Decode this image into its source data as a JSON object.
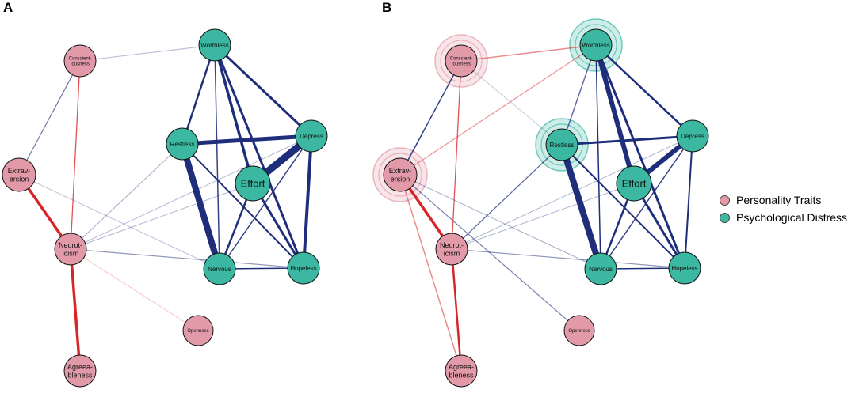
{
  "panels": [
    {
      "label": "A"
    },
    {
      "label": "B"
    }
  ],
  "legend": [
    {
      "label": "Personality Traits",
      "color": "#e299a8"
    },
    {
      "label": "Psychological Distress",
      "color": "#3cb8a2"
    }
  ],
  "colors": {
    "personality": "#e299a8",
    "distress": "#3cb8a2",
    "positive_edge": "#1f2e7a",
    "negative_edge": "#d7191c"
  },
  "nodes": [
    {
      "id": "consc",
      "label": [
        "Conscient-",
        "iousness"
      ],
      "group": "personality"
    },
    {
      "id": "extra",
      "label": [
        "Extrav-",
        "ersion"
      ],
      "group": "personality"
    },
    {
      "id": "neuro",
      "label": [
        "Neurot-",
        "icism"
      ],
      "group": "personality"
    },
    {
      "id": "agree",
      "label": [
        "Agreea-",
        "bleness"
      ],
      "group": "personality"
    },
    {
      "id": "open",
      "label": [
        "Openness"
      ],
      "group": "personality"
    },
    {
      "id": "worth",
      "label": [
        "Worthless"
      ],
      "group": "distress"
    },
    {
      "id": "restl",
      "label": [
        "Restless"
      ],
      "group": "distress"
    },
    {
      "id": "depr",
      "label": [
        "Depress"
      ],
      "group": "distress"
    },
    {
      "id": "effort",
      "label": [
        "Effort"
      ],
      "group": "distress"
    },
    {
      "id": "nerv",
      "label": [
        "Nervous"
      ],
      "group": "distress"
    },
    {
      "id": "hope",
      "label": [
        "Hopeless"
      ],
      "group": "distress"
    }
  ],
  "edges_A": [
    {
      "s": "consc",
      "t": "worth",
      "w": 1.2,
      "sign": "pos",
      "o": 0.3
    },
    {
      "s": "consc",
      "t": "extra",
      "w": 1.2,
      "sign": "pos",
      "o": 0.65
    },
    {
      "s": "consc",
      "t": "neuro",
      "w": 1.3,
      "sign": "neg",
      "o": 0.75
    },
    {
      "s": "extra",
      "t": "neuro",
      "w": 3.5,
      "sign": "neg",
      "o": 0.95
    },
    {
      "s": "extra",
      "t": "nerv",
      "w": 1,
      "sign": "pos",
      "o": 0.3
    },
    {
      "s": "neuro",
      "t": "agree",
      "w": 3.5,
      "sign": "neg",
      "o": 0.95
    },
    {
      "s": "neuro",
      "t": "restl",
      "w": 1,
      "sign": "pos",
      "o": 0.4
    },
    {
      "s": "neuro",
      "t": "effort",
      "w": 1,
      "sign": "pos",
      "o": 0.35
    },
    {
      "s": "neuro",
      "t": "depr",
      "w": 1,
      "sign": "pos",
      "o": 0.35
    },
    {
      "s": "neuro",
      "t": "hope",
      "w": 1.2,
      "sign": "pos",
      "o": 0.5
    },
    {
      "s": "neuro",
      "t": "open",
      "w": 1,
      "sign": "neg",
      "o": 0.25
    },
    {
      "s": "worth",
      "t": "restl",
      "w": 2.5,
      "sign": "pos",
      "o": 1
    },
    {
      "s": "worth",
      "t": "effort",
      "w": 3.5,
      "sign": "pos",
      "o": 1
    },
    {
      "s": "worth",
      "t": "depr",
      "w": 3,
      "sign": "pos",
      "o": 1
    },
    {
      "s": "worth",
      "t": "hope",
      "w": 3,
      "sign": "pos",
      "o": 1
    },
    {
      "s": "restl",
      "t": "depr",
      "w": 5,
      "sign": "pos",
      "o": 1
    },
    {
      "s": "restl",
      "t": "nerv",
      "w": 8,
      "sign": "pos",
      "o": 1
    },
    {
      "s": "restl",
      "t": "hope",
      "w": 2,
      "sign": "pos",
      "o": 1
    },
    {
      "s": "depr",
      "t": "effort",
      "w": 9,
      "sign": "pos",
      "o": 1
    },
    {
      "s": "depr",
      "t": "nerv",
      "w": 1.5,
      "sign": "pos",
      "o": 0.9
    },
    {
      "s": "depr",
      "t": "hope",
      "w": 4,
      "sign": "pos",
      "o": 1
    },
    {
      "s": "effort",
      "t": "nerv",
      "w": 2.5,
      "sign": "pos",
      "o": 1
    },
    {
      "s": "effort",
      "t": "hope",
      "w": 3,
      "sign": "pos",
      "o": 1
    },
    {
      "s": "nerv",
      "t": "hope",
      "w": 1.5,
      "sign": "pos",
      "o": 1
    },
    {
      "s": "worth",
      "t": "nerv",
      "w": 1.5,
      "sign": "pos",
      "o": 0.9
    }
  ],
  "edges_B": [
    {
      "s": "consc",
      "t": "worth",
      "w": 1.5,
      "sign": "neg",
      "o": 0.5
    },
    {
      "s": "consc",
      "t": "extra",
      "w": 1.5,
      "sign": "pos",
      "o": 0.9
    },
    {
      "s": "consc",
      "t": "neuro",
      "w": 1.3,
      "sign": "neg",
      "o": 0.75
    },
    {
      "s": "consc",
      "t": "restl",
      "w": 1,
      "sign": "pos",
      "o": 0.25
    },
    {
      "s": "extra",
      "t": "worth",
      "w": 1.3,
      "sign": "neg",
      "o": 0.45
    },
    {
      "s": "extra",
      "t": "neuro",
      "w": 3.5,
      "sign": "neg",
      "o": 0.95
    },
    {
      "s": "extra",
      "t": "agree",
      "w": 1.5,
      "sign": "neg",
      "o": 0.5
    },
    {
      "s": "extra",
      "t": "nerv",
      "w": 1,
      "sign": "pos",
      "o": 0.4
    },
    {
      "s": "extra",
      "t": "open",
      "w": 1.2,
      "sign": "pos",
      "o": 0.6
    },
    {
      "s": "neuro",
      "t": "agree",
      "w": 2.5,
      "sign": "neg",
      "o": 0.95
    },
    {
      "s": "neuro",
      "t": "restl",
      "w": 1.3,
      "sign": "pos",
      "o": 0.7
    },
    {
      "s": "neuro",
      "t": "effort",
      "w": 1,
      "sign": "pos",
      "o": 0.35
    },
    {
      "s": "neuro",
      "t": "depr",
      "w": 1,
      "sign": "pos",
      "o": 0.35
    },
    {
      "s": "neuro",
      "t": "hope",
      "w": 1.2,
      "sign": "pos",
      "o": 0.5
    },
    {
      "s": "worth",
      "t": "restl",
      "w": 1.5,
      "sign": "pos",
      "o": 0.7
    },
    {
      "s": "worth",
      "t": "effort",
      "w": 6,
      "sign": "pos",
      "o": 1
    },
    {
      "s": "worth",
      "t": "depr",
      "w": 2.5,
      "sign": "pos",
      "o": 1
    },
    {
      "s": "worth",
      "t": "hope",
      "w": 3,
      "sign": "pos",
      "o": 1
    },
    {
      "s": "worth",
      "t": "nerv",
      "w": 1.5,
      "sign": "pos",
      "o": 1
    },
    {
      "s": "restl",
      "t": "depr",
      "w": 3,
      "sign": "pos",
      "o": 1
    },
    {
      "s": "restl",
      "t": "nerv",
      "w": 8,
      "sign": "pos",
      "o": 1
    },
    {
      "s": "restl",
      "t": "hope",
      "w": 2,
      "sign": "pos",
      "o": 1
    },
    {
      "s": "depr",
      "t": "effort",
      "w": 6,
      "sign": "pos",
      "o": 1
    },
    {
      "s": "depr",
      "t": "nerv",
      "w": 1.5,
      "sign": "pos",
      "o": 0.9
    },
    {
      "s": "depr",
      "t": "hope",
      "w": 2,
      "sign": "pos",
      "o": 1
    },
    {
      "s": "effort",
      "t": "nerv",
      "w": 2.5,
      "sign": "pos",
      "o": 1
    },
    {
      "s": "effort",
      "t": "hope",
      "w": 3,
      "sign": "pos",
      "o": 1
    },
    {
      "s": "nerv",
      "t": "hope",
      "w": 1.5,
      "sign": "pos",
      "o": 1
    }
  ],
  "rings_B": [
    "consc",
    "extra",
    "worth",
    "restl"
  ]
}
